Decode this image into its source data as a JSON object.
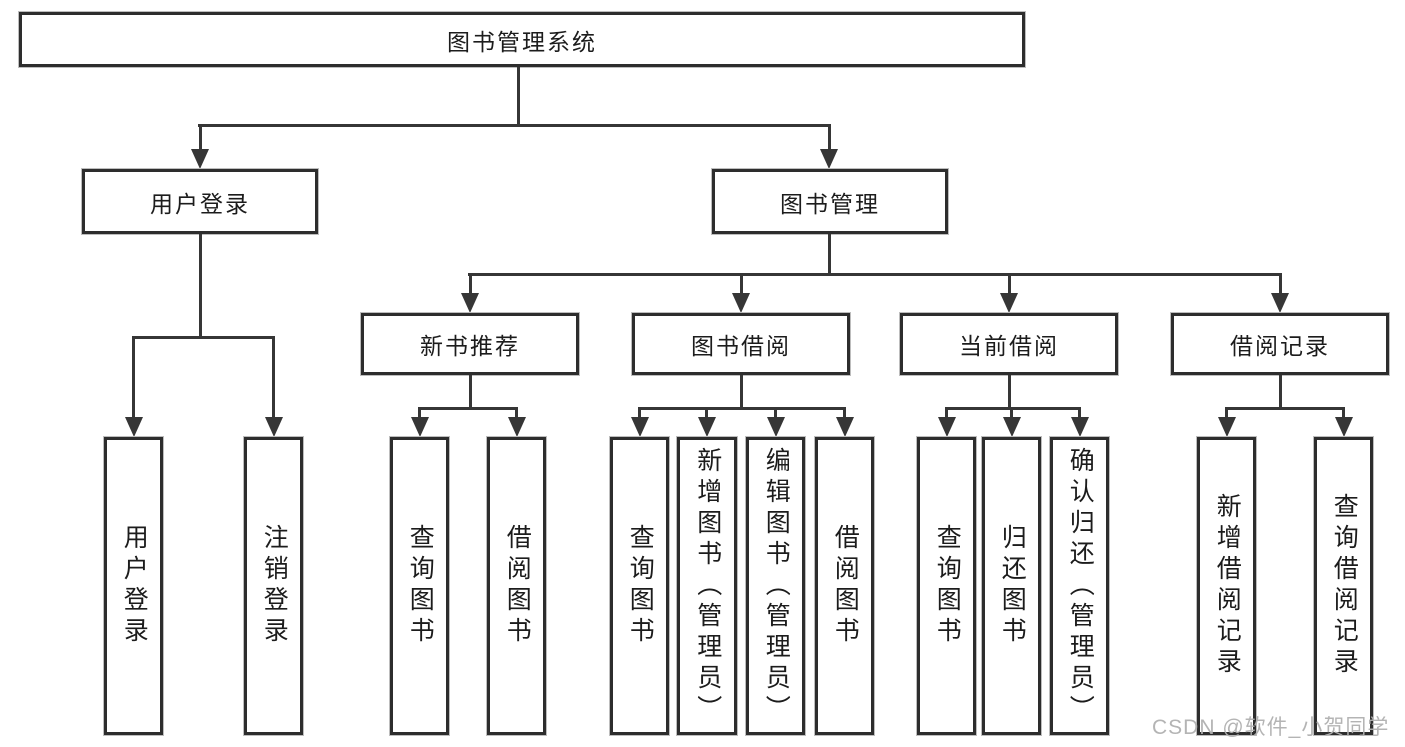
{
  "diagram_title": "图书管理系统",
  "nodes": {
    "root": "图书管理系统",
    "level2": [
      "用户登录",
      "图书管理"
    ],
    "level3": [
      "新书推荐",
      "图书借阅",
      "当前借阅",
      "借阅记录"
    ],
    "leaves": {
      "login": [
        "用户登录",
        "注销登录"
      ],
      "recommend": [
        "查询图书",
        "借阅图书"
      ],
      "borrow": [
        "查询图书",
        "新增图书（管理员）",
        "编辑图书（管理员）",
        "借阅图书"
      ],
      "current": [
        "查询图书",
        "归还图书",
        "确认归还（管理员）"
      ],
      "records": [
        "新增借阅记录",
        "查询借阅记录"
      ]
    }
  },
  "watermark": "CSDN @软件_小贺同学",
  "colors": {
    "line": "#363636",
    "box_border": "#2d2d2d",
    "text": "#1c1c1c",
    "watermark": "#b0b0b0",
    "background": "#ffffff"
  }
}
